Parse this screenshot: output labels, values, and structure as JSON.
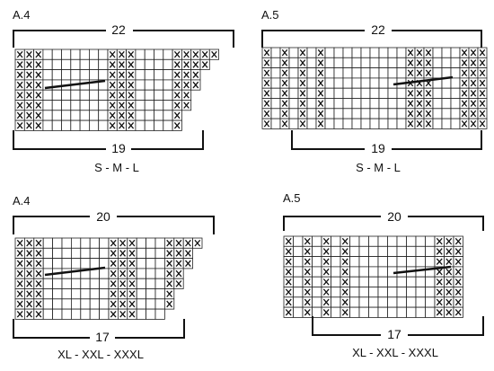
{
  "charts": [
    {
      "label": "A.4",
      "top_count": "22",
      "bottom_count": "19",
      "size_caption": "S - M - L",
      "rows": [
        "XXX_______XXX____XXXXX",
        "XXX_______XXX____XXXX",
        "XXX_______XXX____XXX",
        "XXX_______XXX____XXX",
        "XXX_______XXX____XX",
        "XXX_______XXX____XX",
        "XXX_______XXX____X",
        "XXX_______XXX____X"
      ]
    },
    {
      "label": "A.5",
      "top_count": "22",
      "bottom_count": "19",
      "size_caption": "S - M - L",
      "rows": [
        "X_X_X_X_________XXX___XXX",
        "X_X_X_X_________XXX___XXX",
        "X_X_X_X_________XXX___XXX",
        "X_X_X_X_________XXX___XXX",
        "X_X_X_X_________XXX___XXX",
        "X_X_X_X_________XXX___XXX",
        "X_X_X_X_________XXX___XXX",
        "X_X_X_X_________XXX___XXX"
      ]
    },
    {
      "label": "A.4",
      "top_count": "20",
      "bottom_count": "17",
      "size_caption": "XL - XXL - XXXL",
      "rows": [
        "XXX_______XXX___XXXX",
        "XXX_______XXX___XXX",
        "XXX_______XXX___XXX",
        "XXX_______XXX___XX",
        "XXX_______XXX___XX",
        "XXX_______XXX___X",
        "XXX_______XXX___X",
        "XXX_______XXX___"
      ]
    },
    {
      "label": "A.5",
      "top_count": "20",
      "bottom_count": "17",
      "size_caption": "XL - XXL - XXXL",
      "rows": [
        "X_X_X_X_________XXX",
        "X_X_X_X_________XXX",
        "X_X_X_X_________XXX",
        "X_X_X_X_________XXX",
        "X_X_X_X_________XXX",
        "X_X_X_X_________XXX",
        "X_X_X_X_________XXX",
        "X_X_X_X_________XXX"
      ]
    }
  ]
}
